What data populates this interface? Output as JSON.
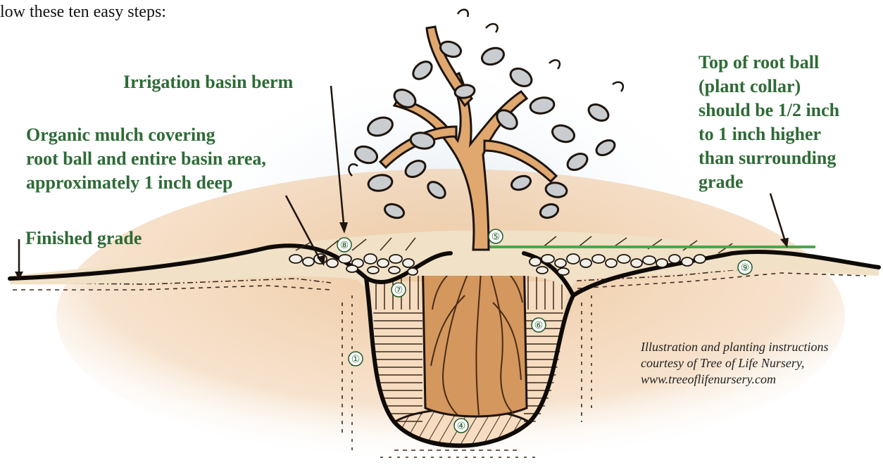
{
  "intro_text": "low these ten easy steps:",
  "labels": {
    "berm": "Irrigation basin berm",
    "mulch": [
      "Organic mulch covering",
      "root ball and entire basin area,",
      "approximately 1 inch deep"
    ],
    "finished_grade": "Finished grade",
    "root_ball_top": [
      "Top of root ball",
      "(plant collar)",
      "should be 1/2 inch",
      "to 1 inch higher",
      "than surrounding",
      "grade"
    ]
  },
  "step_markers": [
    "①",
    "④",
    "⑤",
    "⑥",
    "⑦",
    "⑧",
    "⑨"
  ],
  "credit": [
    "Illustration and planting instructions",
    "courtesy of Tree of Life Nursery,",
    "www.treeoflifenursery.com"
  ],
  "colors": {
    "label_green": "#2e6b36",
    "grade_line": "#4aa84a",
    "soil": "#e8c39a",
    "trunk": "#d9a06a",
    "sky_glow": "#e6eef4"
  }
}
